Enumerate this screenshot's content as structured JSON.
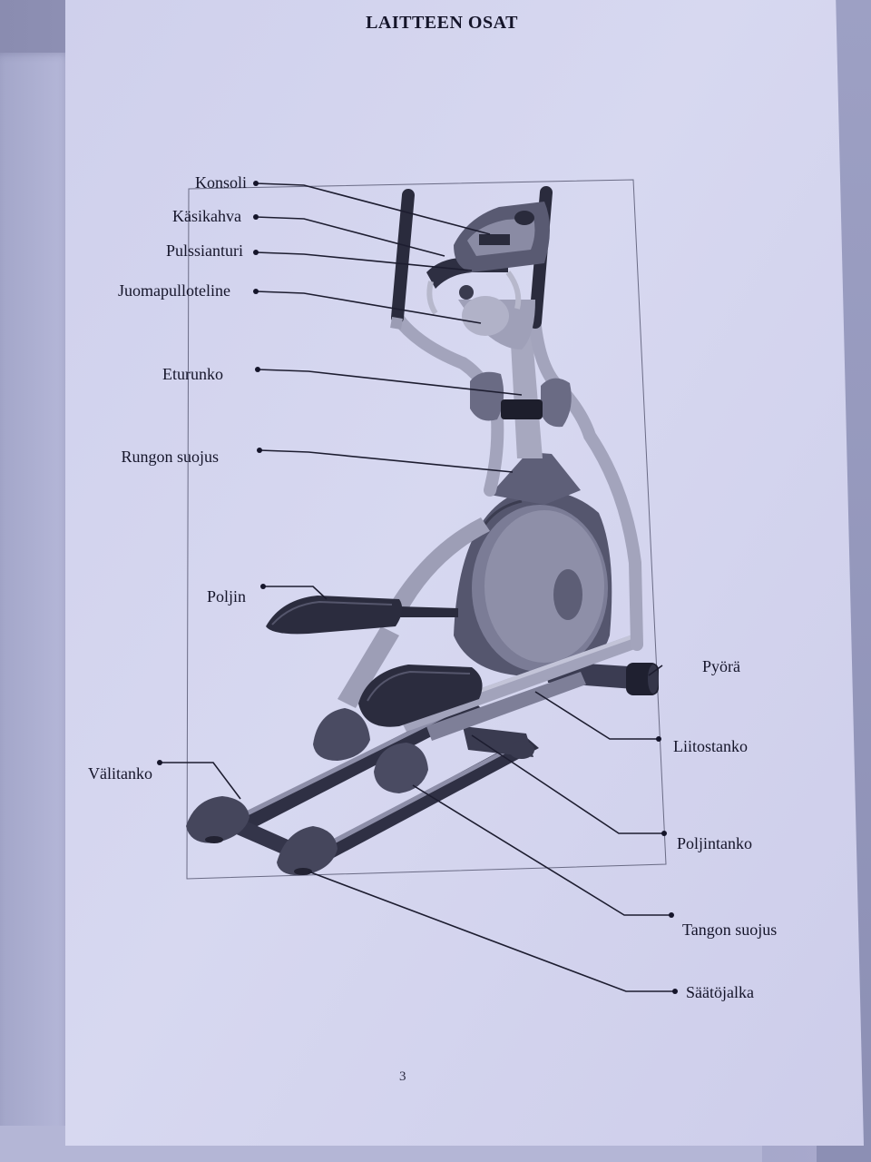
{
  "page": {
    "title": "LAITTEEN OSAT",
    "page_number": "3"
  },
  "labels": {
    "konsoli": "Konsoli",
    "kasikahva": "Käsikahva",
    "pulssianturi": "Pulssianturi",
    "juomapulloteline": "Juomapulloteline",
    "eturunko": "Eturunko",
    "rungon_suojus": "Rungon suojus",
    "poljin": "Poljin",
    "valitanko": "Välitanko",
    "pyora": "Pyörä",
    "liitostanko": "Liitostanko",
    "poljintanko": "Poljintanko",
    "tangon_suojus": "Tangon suojus",
    "saatojalka": "Säätöjalka"
  },
  "colors": {
    "paper": "#d3d4ee",
    "ink": "#15152a",
    "machine_dark": "#3d3e52",
    "machine_light": "#9a9bb2"
  }
}
